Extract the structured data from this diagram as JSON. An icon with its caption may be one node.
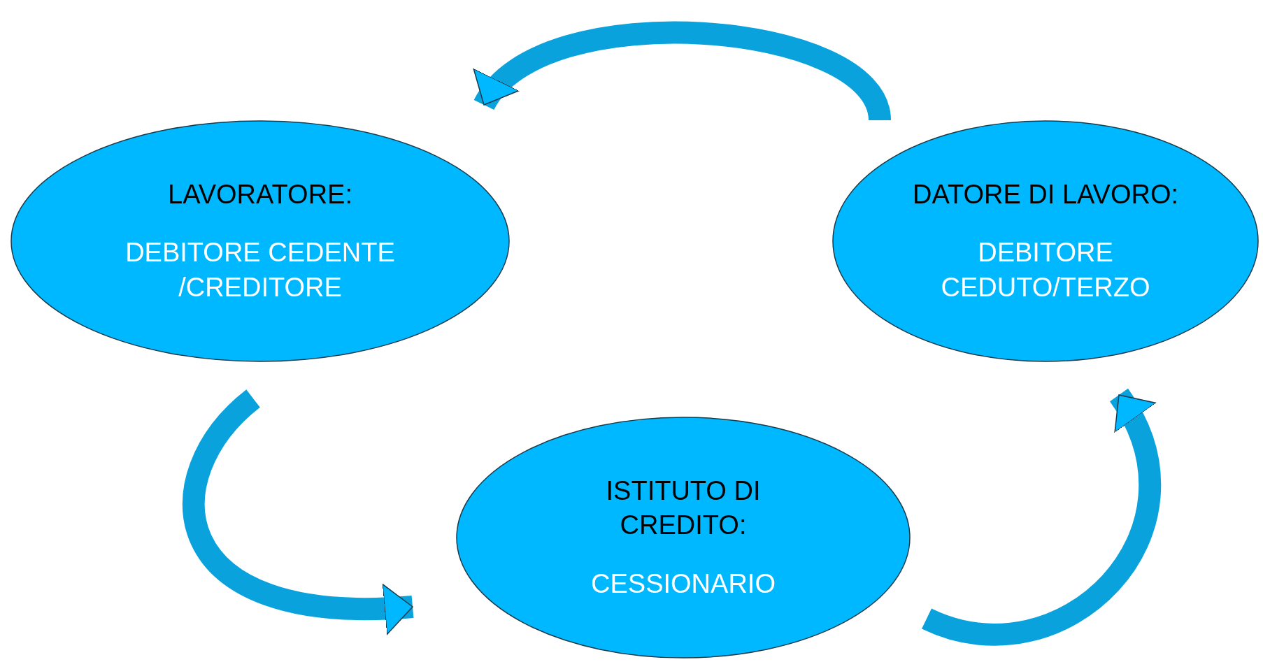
{
  "diagram": {
    "nodes": [
      {
        "text": [
          "LAVORATORE:",
          "DEBITORE CEDENTE /CREDITORE"
        ]
      },
      {
        "text": [
          "DATORE DI LAVORO:",
          "DEBITORE CEDUTO/TERZO"
        ]
      },
      {
        "text": [
          "ISTITUTO DI CREDITO:",
          "CESSIONARIO"
        ]
      }
    ],
    "edges": [
      {
        "from": 1,
        "to": 0,
        "arrow": "to"
      },
      {
        "from": 0,
        "to": 2,
        "arrow": "to"
      },
      {
        "from": 2,
        "to": 1,
        "arrow": "to"
      }
    ]
  }
}
